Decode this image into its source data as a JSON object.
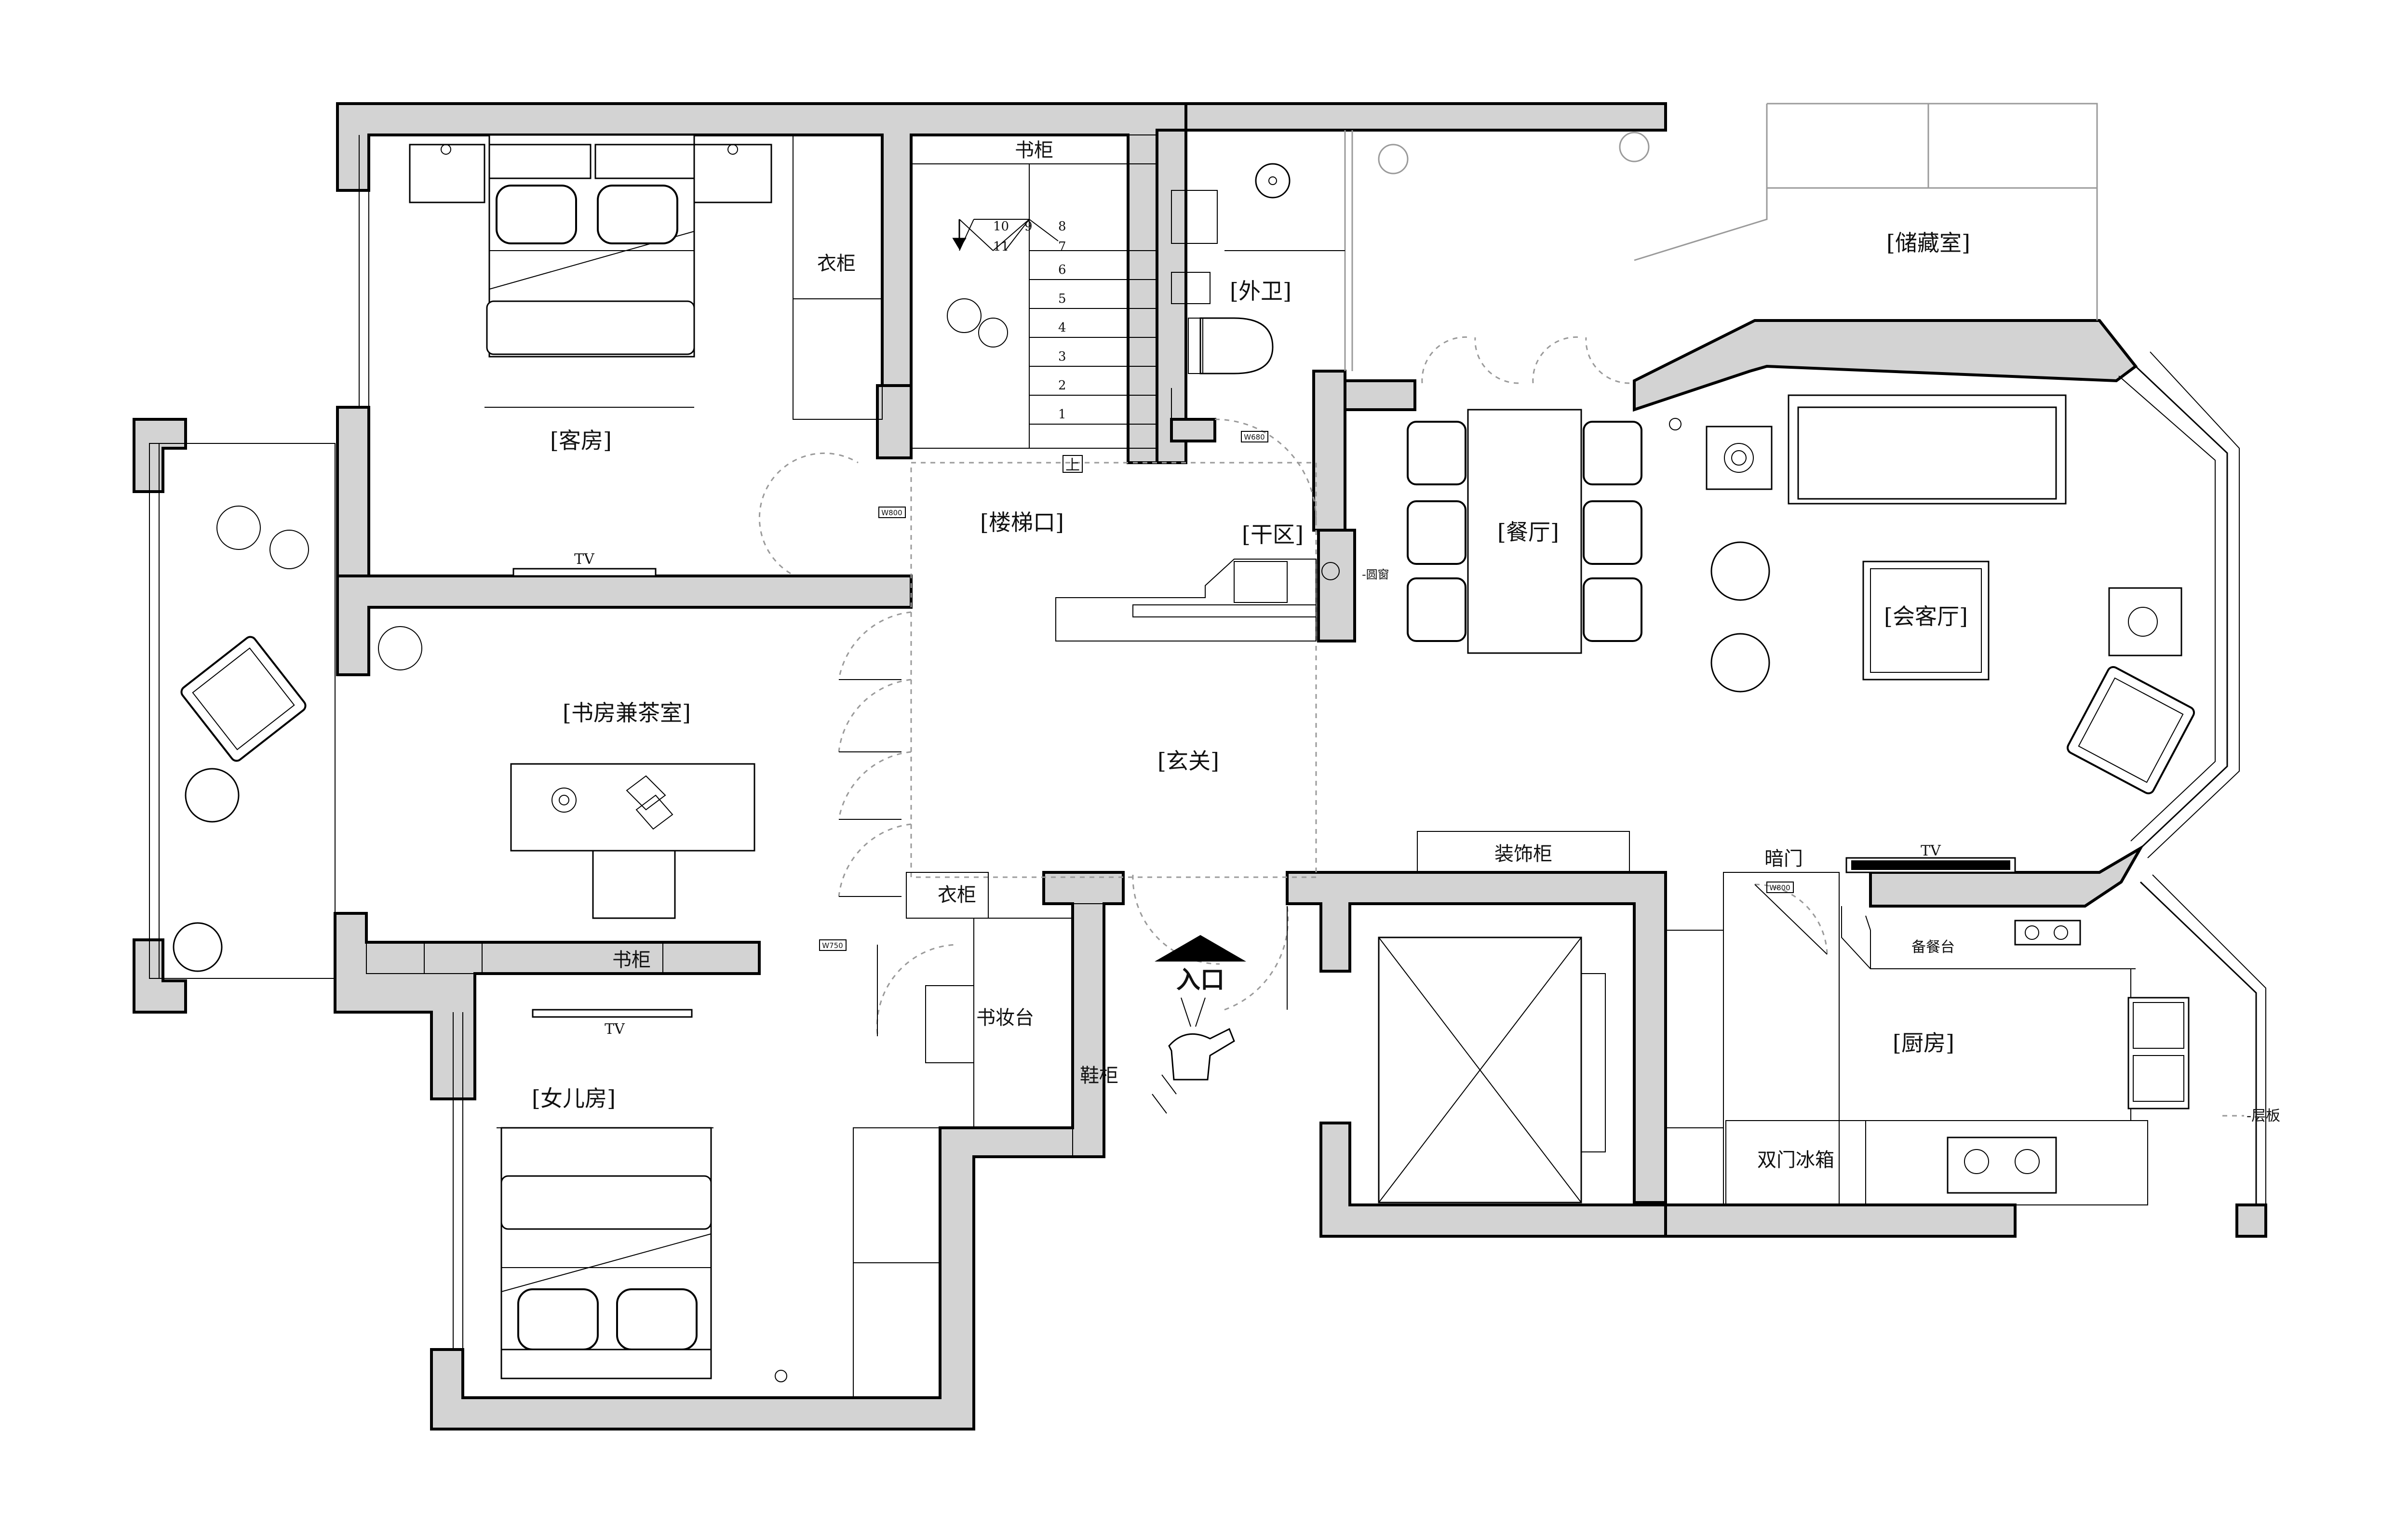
{
  "rooms": {
    "guest_room": "[客房]",
    "stair_landing": "[楼梯口]",
    "outer_bath": "[外卫]",
    "storage": "[储藏室]",
    "dining": "[餐厅]",
    "dry_zone": "[干区]",
    "reception": "[会客厅]",
    "study_tea": "[书房兼茶室]",
    "foyer": "[玄关]",
    "daughter_room": "[女儿房]",
    "kitchen": "[厨房]"
  },
  "labels": {
    "wardrobe_guest": "衣柜",
    "bookcase_stair": "书柜",
    "tv_guest": "TV",
    "bookcase_study": "书柜",
    "tv_daughter": "TV",
    "wardrobe_small": "衣柜",
    "vanity": "书妆台",
    "shoe_cabinet": "鞋柜",
    "decor_cabinet": "装饰柜",
    "hidden_door": "暗门",
    "tv_reception": "TV",
    "prep_counter": "备餐台",
    "fridge": "双门冰箱",
    "entrance": "入口",
    "shelf_note": "-层板",
    "window_note": "-圆窗",
    "stair_up": "上"
  },
  "door_tags": {
    "w800_stair": "W800",
    "w680": "W680",
    "w750": "W750",
    "w800_kitchen": "W800"
  },
  "stairs": {
    "lower_steps": [
      "1",
      "2",
      "3",
      "4",
      "5",
      "6",
      "7"
    ],
    "upper_steps": [
      "8",
      "9",
      "10",
      "11"
    ]
  },
  "colors": {
    "wall_fill": "#d3d3d3",
    "line": "#000000",
    "thin_line": "#9a9a9a",
    "background": "#ffffff"
  }
}
